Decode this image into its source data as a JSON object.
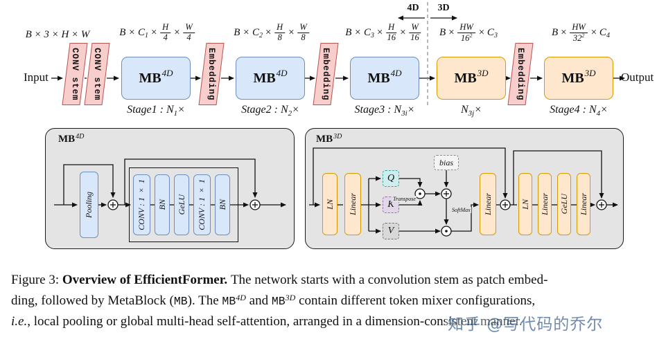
{
  "colors": {
    "blue_fill": "#d9e7fb",
    "blue_stroke": "#6c8ebf",
    "orange_fill": "#ffe7cd",
    "orange_stroke": "#d79b00",
    "pink_fill": "#f8cecc",
    "pink_stroke": "#b85450",
    "panel_fill": "#e4e4e4",
    "panel_stroke": "#1a1a1a",
    "q_fill": "#cdeeed",
    "q_stroke": "#3aa6a0",
    "k_fill": "#e2d6e9",
    "k_stroke": "#9673a6",
    "v_fill": "#d8d8d8",
    "v_stroke": "#777777",
    "watermark_color": "#38608f"
  },
  "pipeline": {
    "input_label": "Input",
    "output_label": "Output",
    "divider_left": "4D",
    "divider_right": "3D",
    "stem_label": "CONV stem",
    "embedding_label": "Embedding",
    "mb_label": "MB",
    "mb4d_sup": "4D",
    "mb3d_sup": "3D",
    "dims": {
      "d1": "B × 3 × H × W",
      "d2": {
        "pre": "B × C",
        "pre_sub": "1",
        "times": "×",
        "f1n": "H",
        "f1d": "4",
        "f2n": "W",
        "f2d": "4"
      },
      "d3": {
        "pre": "B × C",
        "pre_sub": "2",
        "times": "×",
        "f1n": "H",
        "f1d": "8",
        "f2n": "W",
        "f2d": "8"
      },
      "d4": {
        "pre": "B × C",
        "pre_sub": "3",
        "times": "×",
        "f1n": "H",
        "f1d": "16",
        "f2n": "W",
        "f2d": "16"
      },
      "d5": {
        "pre": "B",
        "times": "×",
        "fn": "HW",
        "fd": "16",
        "fd_sup": "2",
        "post": "C",
        "post_sub": "3"
      },
      "d6": {
        "pre": "B",
        "times": "×",
        "fn": "HW",
        "fd": "32",
        "fd_sup": "2",
        "post": "C",
        "post_sub": "4"
      }
    },
    "stages": {
      "s1": {
        "pre": "Stage1 : N",
        "sub": "1",
        "post": "×"
      },
      "s2": {
        "pre": "Stage2 : N",
        "sub": "2",
        "post": "×"
      },
      "s3": {
        "pre": "Stage3 : N",
        "sub": "3i",
        "post": "×"
      },
      "s3b": {
        "pre": "N",
        "sub": "3j",
        "post": "×"
      },
      "s4": {
        "pre": "Stage4 : N",
        "sub": "4",
        "post": "×"
      }
    }
  },
  "mb4d_detail": {
    "title": "MB",
    "title_sup": "4D",
    "pooling": "Pooling",
    "conv1": "CONV : 1 × 1",
    "bn1": "BN",
    "gelu": "GeLU",
    "conv2": "CONV : 1 × 1",
    "bn2": "BN"
  },
  "mb3d_detail": {
    "title": "MB",
    "title_sup": "3D",
    "ln1": "LN",
    "linear1": "Linear",
    "q": "Q",
    "k": "K",
    "v": "V",
    "transpose": "Transpose",
    "bias": "bias",
    "softmax": "SoftMax",
    "linear2": "Linear",
    "ln2": "LN",
    "linear3": "Linear",
    "gelu": "GeLU",
    "linear4": "Linear"
  },
  "caption": {
    "fig_label": "Figure 3: ",
    "bold_intro": "Overview of EfficientFormer. ",
    "line1_rest": "The network starts with a convolution stem as patch embed-",
    "line2_a": "ding, followed by MetaBlock (",
    "tt_mb": "MB",
    "line2_b": "). The ",
    "sup_4d": "4D",
    "line2_c": " and ",
    "sup_3d": "3D",
    "line2_d": " contain different token mixer configurations,",
    "line3_ie": "i.e.",
    "line3_rest": ", local pooling or global multi-head self-attention, arranged in a dimension-consistent manner."
  },
  "watermark": "知乎 @写代码的乔尔"
}
